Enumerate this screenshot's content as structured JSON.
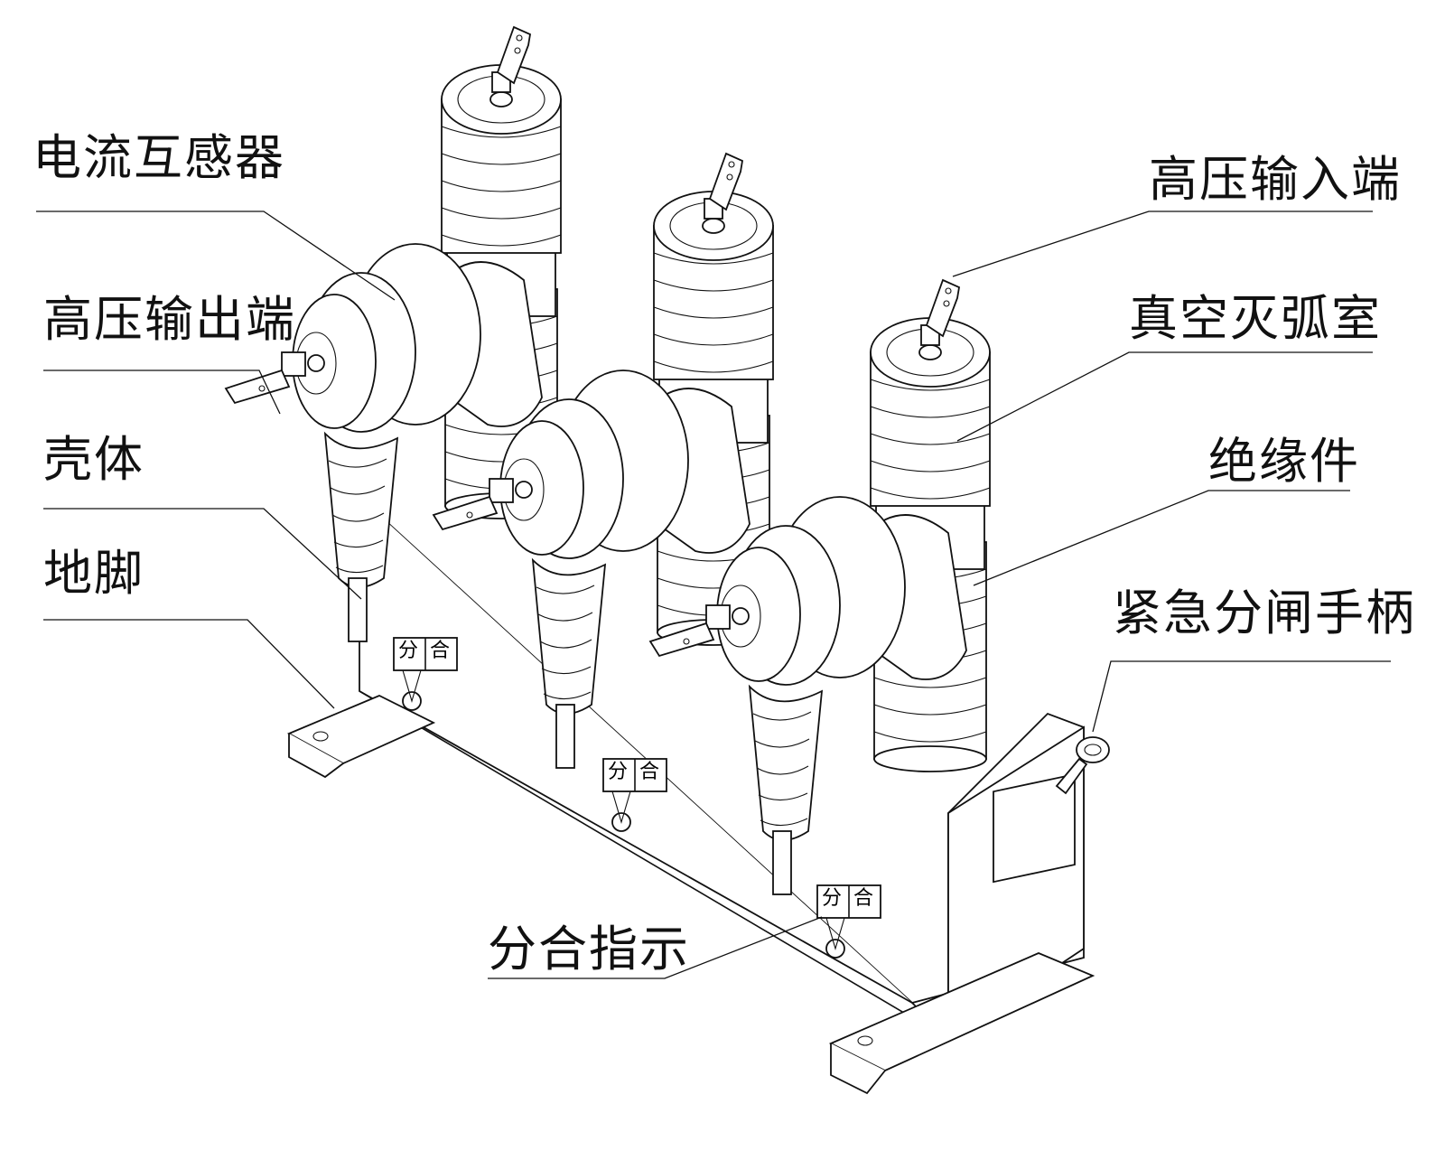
{
  "labels": {
    "current_transformer": "电流互感器",
    "hv_output": "高压输出端",
    "housing": "壳体",
    "foot": "地脚",
    "hv_input": "高压输入端",
    "vacuum_interrupter": "真空灭弧室",
    "insulator": "绝缘件",
    "emergency_handle": "紧急分闸手柄",
    "open_close_indicator": "分合指示"
  },
  "indicator_glyphs": {
    "open": "分",
    "close": "合"
  }
}
